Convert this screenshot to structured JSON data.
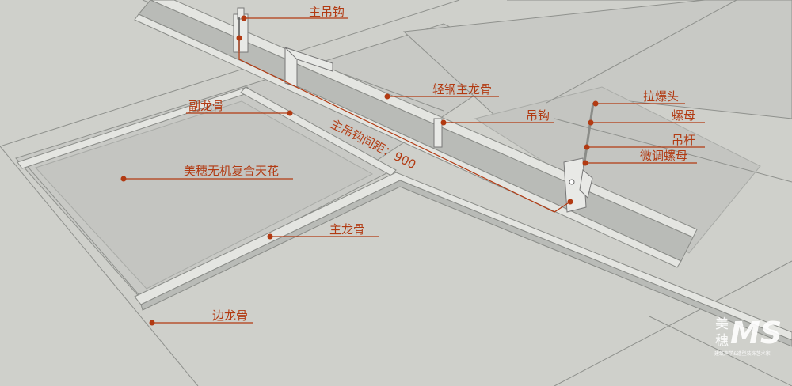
{
  "labels": {
    "main_hanger": "主吊钩",
    "light_steel_main_keel": "轻钢主龙骨",
    "hanger": "吊钩",
    "secondary_keel": "副龙骨",
    "spacing": "主吊钩间距：900",
    "expansion_bolt": "拉爆头",
    "nut": "螺母",
    "hanging_rod": "吊杆",
    "adjusting_nut": "微调螺母",
    "ceiling_panel": "美穗无机复合天花",
    "main_keel": "主龙骨",
    "edge_keel": "边龙骨"
  },
  "logo": {
    "brand_char_1": "美",
    "brand_char_2": "穗",
    "mark": "MS",
    "tagline": "建筑声学&造型装饰艺术家"
  },
  "colors": {
    "background": "#cfd0cb",
    "accent": "#b23a12"
  }
}
